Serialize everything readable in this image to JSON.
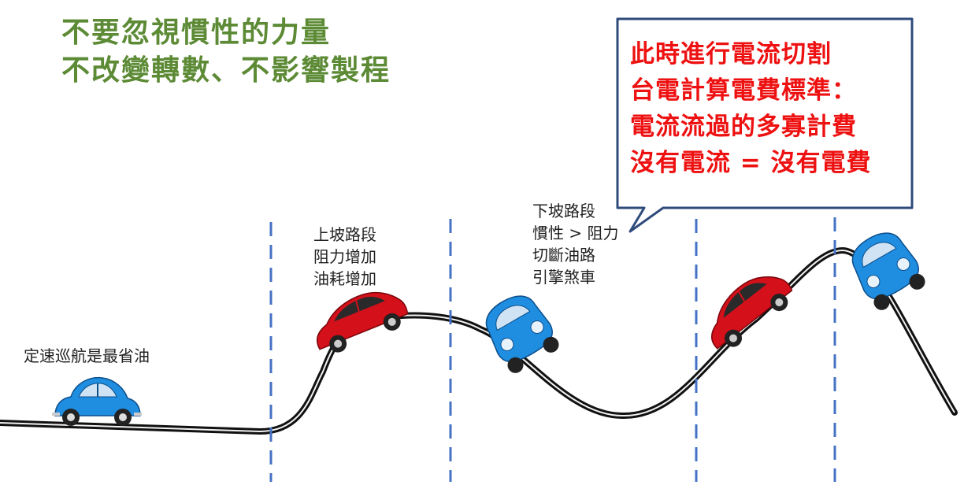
{
  "title": {
    "line1": "不要忽視慣性的力量",
    "line2": "不改變轉數、不影響製程"
  },
  "callout": {
    "lines": [
      "此時進行電流切割",
      "台電計算電費標準：",
      "電流流過的多寡計費",
      "沒有電流 = 沒有電費"
    ]
  },
  "segments": {
    "cruise": {
      "label": "定速巡航是最省油"
    },
    "uphill": {
      "lines": [
        "上坡路段",
        "阻力增加",
        "油耗增加"
      ]
    },
    "downhill": {
      "lines": [
        "下坡路段",
        "慣性 > 阻力",
        "切斷油路",
        "引擎煞車"
      ]
    }
  },
  "colors": {
    "title": "#5c8a35",
    "callout_text": "#ee1111",
    "callout_border": "#2f4b7c",
    "divider": "#4472c4",
    "blue_car": "#1f8de0",
    "red_car": "#d4101a"
  },
  "icons": [
    "blue-beetle-car",
    "red-hatchback-car",
    "road-track"
  ]
}
